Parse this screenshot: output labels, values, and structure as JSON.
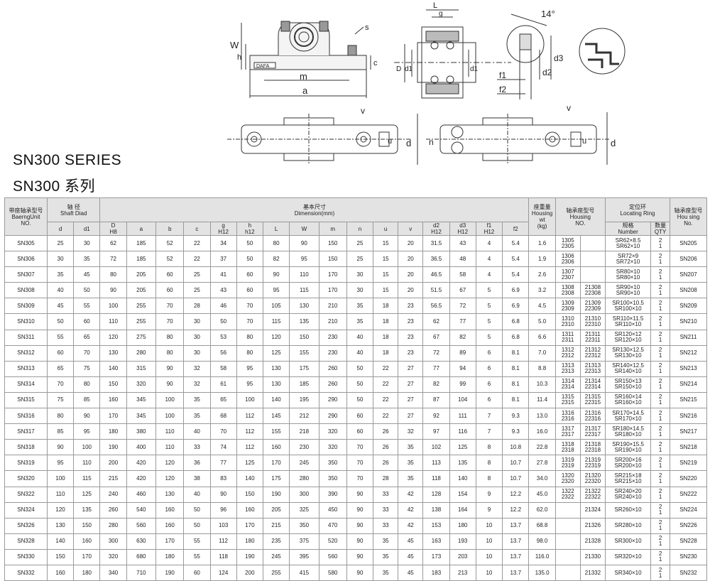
{
  "drawings": {
    "front_labels": [
      "W",
      "h",
      "L",
      "g",
      "s",
      "c",
      "m",
      "a"
    ],
    "logo_text": "DAFA",
    "section_labels": [
      "D",
      "d1",
      "d1"
    ],
    "ring_labels": [
      "14°",
      "f1",
      "f2",
      "d2",
      "d3"
    ],
    "plan_labels": [
      "v",
      "u",
      "d",
      "n",
      "v",
      "u",
      "d"
    ]
  },
  "title_en": "SN300  SERIES",
  "title_cn": "SN300  系列",
  "table": {
    "headers": {
      "unit": [
        "带座轴承型号",
        "BaerngUnit",
        "NO."
      ],
      "shaft": [
        "轴 径",
        "Shaft Diad"
      ],
      "dimension": [
        "基本尺寸",
        "Dimension(mm)"
      ],
      "weight": [
        "座重量",
        "Housing",
        "wt",
        "(kg)"
      ],
      "housing_no": [
        "轴承座型号",
        "Housing",
        "NO."
      ],
      "ring": [
        "定位环",
        "Locating Ring"
      ],
      "housing_type": [
        "轴承座型号",
        "Hou sing",
        "No."
      ]
    },
    "sub": {
      "d": "d",
      "d1": "d1",
      "D": [
        "D",
        "H8"
      ],
      "a": "a",
      "b": "b",
      "c": "c",
      "g": [
        "g",
        "H12"
      ],
      "h": [
        "h",
        "h12"
      ],
      "L": "L",
      "W": "W",
      "m": "m",
      "n": "n",
      "u": "u",
      "v": "v",
      "d2": [
        "d2",
        "H12"
      ],
      "d3": [
        "d3",
        "H12"
      ],
      "f1": [
        "f1",
        "H12"
      ],
      "f2": "f2",
      "spec": [
        "规格",
        "Number"
      ],
      "qty": [
        "数量",
        "QTY"
      ]
    },
    "rows": [
      [
        "SN305",
        "25",
        "30",
        "62",
        "185",
        "52",
        "22",
        "34",
        "50",
        "80",
        "90",
        "150",
        "25",
        "15",
        "20",
        "31.5",
        "43",
        "4",
        "5.4",
        "1.6",
        "1305|2305",
        "",
        "SR62×8.5|SR62×10",
        "2|1",
        "SN205"
      ],
      [
        "SN306",
        "30",
        "35",
        "72",
        "185",
        "52",
        "22",
        "37",
        "50",
        "82",
        "95",
        "150",
        "25",
        "15",
        "20",
        "36.5",
        "48",
        "4",
        "5.4",
        "1.9",
        "1306|2306",
        "",
        "SR72×9|SR72×10",
        "2|1",
        "SN206"
      ],
      [
        "SN307",
        "35",
        "45",
        "80",
        "205",
        "60",
        "25",
        "41",
        "60",
        "90",
        "110",
        "170",
        "30",
        "15",
        "20",
        "46.5",
        "58",
        "4",
        "5.4",
        "2.6",
        "1307|2307",
        "",
        "SR80×10|SR80×10",
        "2|1",
        "SN207"
      ],
      [
        "SN308",
        "40",
        "50",
        "90",
        "205",
        "60",
        "25",
        "43",
        "60",
        "95",
        "115",
        "170",
        "30",
        "15",
        "20",
        "51.5",
        "67",
        "5",
        "6.9",
        "3.2",
        "1308|2308",
        "21308|22308",
        "SR90×10|SR90×10",
        "2|1",
        "SN208"
      ],
      [
        "SN309",
        "45",
        "55",
        "100",
        "255",
        "70",
        "28",
        "46",
        "70",
        "105",
        "130",
        "210",
        "35",
        "18",
        "23",
        "56.5",
        "72",
        "5",
        "6.9",
        "4.5",
        "1309|2309",
        "21309|22309",
        "SR100×10.5|SR100×10",
        "2|1",
        "SN209"
      ],
      [
        "SN310",
        "50",
        "60",
        "110",
        "255",
        "70",
        "30",
        "50",
        "70",
        "115",
        "135",
        "210",
        "35",
        "18",
        "23",
        "62",
        "77",
        "5",
        "6.8",
        "5.0",
        "1310|2310",
        "21310|22310",
        "SR110×11.5|SR110×10",
        "2|1",
        "SN210"
      ],
      [
        "SN311",
        "55",
        "65",
        "120",
        "275",
        "80",
        "30",
        "53",
        "80",
        "120",
        "150",
        "230",
        "40",
        "18",
        "23",
        "67",
        "82",
        "5",
        "6.8",
        "6.6",
        "1311|2311",
        "21311|22311",
        "SR120×12|SR120×10",
        "2|1",
        "SN211"
      ],
      [
        "SN312",
        "60",
        "70",
        "130",
        "280",
        "80",
        "30",
        "56",
        "80",
        "125",
        "155",
        "230",
        "40",
        "18",
        "23",
        "72",
        "89",
        "6",
        "8.1",
        "7.0",
        "1312|2312",
        "21312|22312",
        "SR130×12.5|SR130×10",
        "2|1",
        "SN212"
      ],
      [
        "SN313",
        "65",
        "75",
        "140",
        "315",
        "90",
        "32",
        "58",
        "95",
        "130",
        "175",
        "260",
        "50",
        "22",
        "27",
        "77",
        "94",
        "6",
        "8.1",
        "8.8",
        "1313|2313",
        "21313|22313",
        "SR140×12.5|SR140×10",
        "2|1",
        "SN213"
      ],
      [
        "SN314",
        "70",
        "80",
        "150",
        "320",
        "90",
        "32",
        "61",
        "95",
        "130",
        "185",
        "260",
        "50",
        "22",
        "27",
        "82",
        "99",
        "6",
        "8.1",
        "10.3",
        "1314|2314",
        "21314|22314",
        "SR150×13|SR150×10",
        "2|1",
        "SN214"
      ],
      [
        "SN315",
        "75",
        "85",
        "160",
        "345",
        "100",
        "35",
        "65",
        "100",
        "140",
        "195",
        "290",
        "50",
        "22",
        "27",
        "87",
        "104",
        "6",
        "8.1",
        "11.4",
        "1315|2315",
        "21315|22315",
        "SR160×14|SR160×10",
        "2|1",
        "SN215"
      ],
      [
        "SN316",
        "80",
        "90",
        "170",
        "345",
        "100",
        "35",
        "68",
        "112",
        "145",
        "212",
        "290",
        "60",
        "22",
        "27",
        "92",
        "111",
        "7",
        "9.3",
        "13.0",
        "1316|2316",
        "21316|22316",
        "SR170×14.5|SR170×10",
        "2|1",
        "SN216"
      ],
      [
        "SN317",
        "85",
        "95",
        "180",
        "380",
        "110",
        "40",
        "70",
        "112",
        "155",
        "218",
        "320",
        "60",
        "26",
        "32",
        "97",
        "116",
        "7",
        "9.3",
        "16.0",
        "1317|2317",
        "21317|22317",
        "SR180×14.5|SR180×10",
        "2|1",
        "SN217"
      ],
      [
        "SN318",
        "90",
        "100",
        "190",
        "400",
        "110",
        "33",
        "74",
        "112",
        "160",
        "230",
        "320",
        "70",
        "26",
        "35",
        "102",
        "125",
        "8",
        "10.8",
        "22.8",
        "1318|2318",
        "21318|22318",
        "SR190×15.5|SR190×10",
        "2|1",
        "SN218"
      ],
      [
        "SN319",
        "95",
        "110",
        "200",
        "420",
        "120",
        "36",
        "77",
        "125",
        "170",
        "245",
        "350",
        "70",
        "26",
        "35",
        "113",
        "135",
        "8",
        "10.7",
        "27.8",
        "1319|2319",
        "21319|22319",
        "SR200×16|SR200×10",
        "2|1",
        "SN219"
      ],
      [
        "SN320",
        "100",
        "115",
        "215",
        "420",
        "120",
        "38",
        "83",
        "140",
        "175",
        "280",
        "350",
        "70",
        "28",
        "35",
        "118",
        "140",
        "8",
        "10.7",
        "34.0",
        "1320|2320",
        "21320|22320",
        "SR215×18|SR215×10",
        "2|1",
        "SN220"
      ],
      [
        "SN322",
        "110",
        "125",
        "240",
        "460",
        "130",
        "40",
        "90",
        "150",
        "190",
        "300",
        "390",
        "90",
        "33",
        "42",
        "128",
        "154",
        "9",
        "12.2",
        "45.0",
        "1322|2322",
        "21322|22322",
        "SR240×20|SR240×10",
        "2|1",
        "SN222"
      ],
      [
        "SN324",
        "120",
        "135",
        "260",
        "540",
        "160",
        "50",
        "96",
        "160",
        "205",
        "325",
        "450",
        "90",
        "33",
        "42",
        "138",
        "164",
        "9",
        "12.2",
        "62.0",
        "",
        "21324",
        "SR260×10",
        "2|1",
        "SN224"
      ],
      [
        "SN326",
        "130",
        "150",
        "280",
        "560",
        "160",
        "50",
        "103",
        "170",
        "215",
        "350",
        "470",
        "90",
        "33",
        "42",
        "153",
        "180",
        "10",
        "13.7",
        "68.8",
        "",
        "21326",
        "SR280×10",
        "2|1",
        "SN226"
      ],
      [
        "SN328",
        "140",
        "160",
        "300",
        "630",
        "170",
        "55",
        "112",
        "180",
        "235",
        "375",
        "520",
        "90",
        "35",
        "45",
        "163",
        "193",
        "10",
        "13.7",
        "98.0",
        "",
        "21328",
        "SR300×10",
        "2|1",
        "SN228"
      ],
      [
        "SN330",
        "150",
        "170",
        "320",
        "680",
        "180",
        "55",
        "118",
        "190",
        "245",
        "395",
        "560",
        "90",
        "35",
        "45",
        "173",
        "203",
        "10",
        "13.7",
        "116.0",
        "",
        "21330",
        "SR320×10",
        "2|1",
        "SN230"
      ],
      [
        "SN332",
        "160",
        "180",
        "340",
        "710",
        "190",
        "60",
        "124",
        "200",
        "255",
        "415",
        "580",
        "90",
        "35",
        "45",
        "183",
        "213",
        "10",
        "13.7",
        "135.0",
        "",
        "21332",
        "SR340×10",
        "2|1",
        "SN232"
      ]
    ]
  }
}
